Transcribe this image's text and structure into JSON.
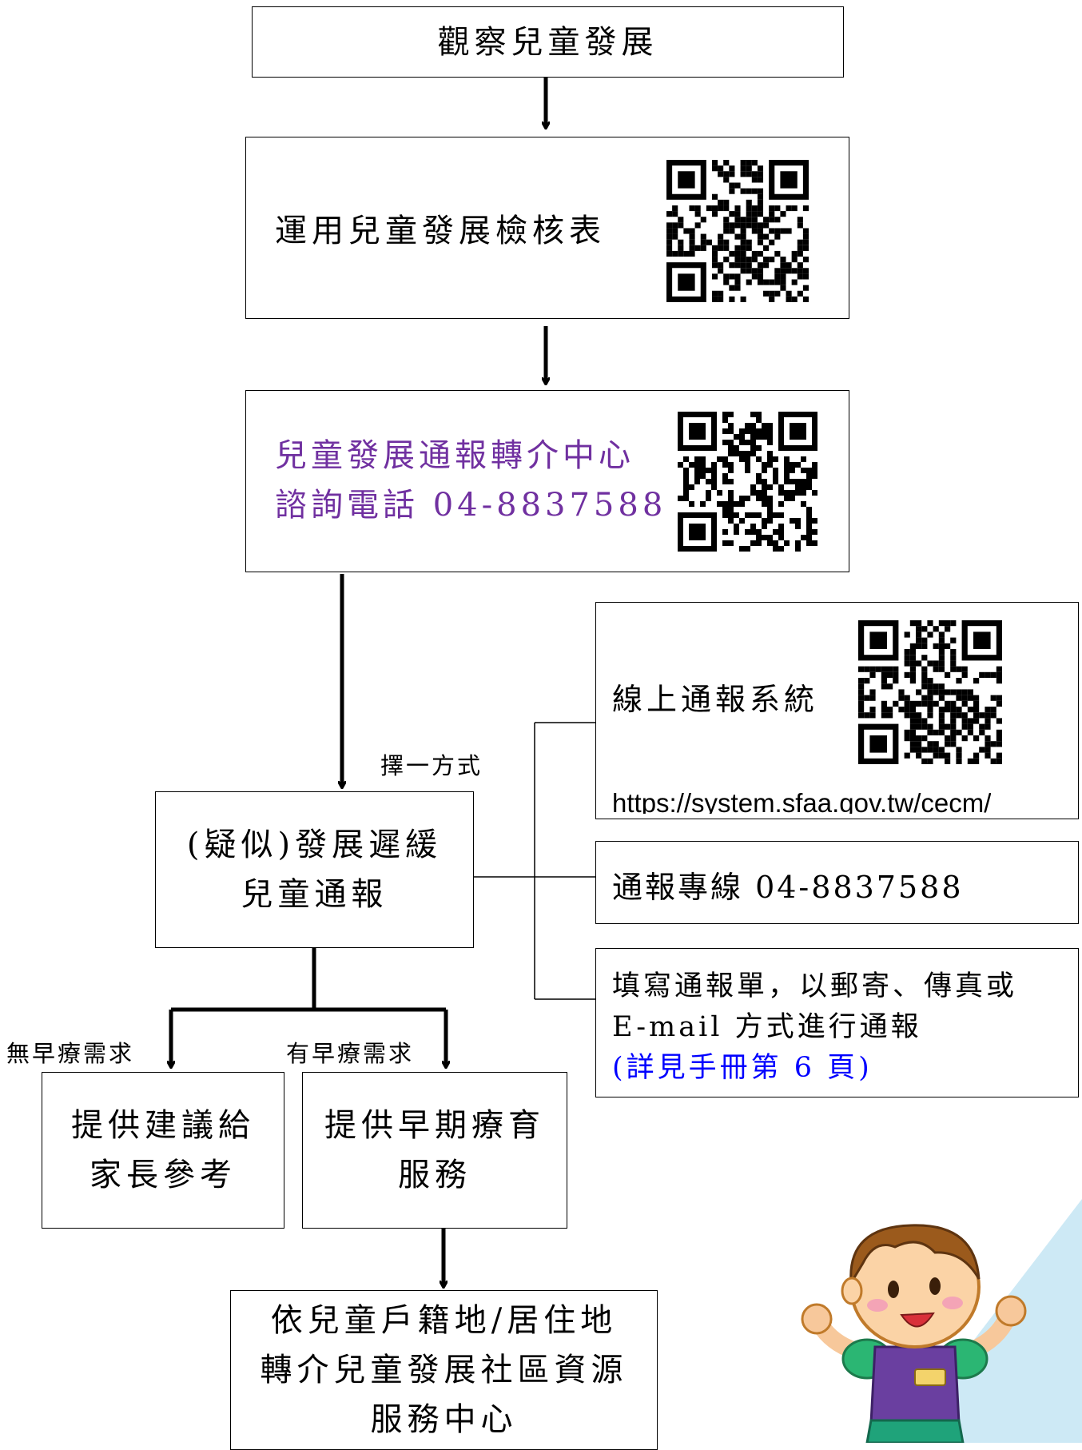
{
  "nodes": {
    "observe": "觀察兒童發展",
    "checklist": "運用兒童發展檢核表",
    "center_name": "兒童發展通報轉介中心",
    "center_phone": "諮詢電話 04-8837588",
    "report_line1": "(疑似)發展遲緩",
    "report_line2": "兒童通報",
    "online_system": "線上通報系統",
    "online_url": "https://system.sfaa.gov.tw/cecm/",
    "hotline": "通報專線 04-8837588",
    "form_line1": "填寫通報單，以郵寄、傳真或",
    "form_line2": "E-mail 方式進行通報",
    "form_line3": "(詳見手冊第 6 頁)",
    "advice_line1": "提供建議給",
    "advice_line2": "家長參考",
    "service_line1": "提供早期療育",
    "service_line2": "服務",
    "refer_line1": "依兒童戶籍地/居住地",
    "refer_line2": "轉介兒童發展社區資源",
    "refer_line3": "服務中心"
  },
  "labels": {
    "choose_one": "擇一方式",
    "no_need": "無早療需求",
    "has_need": "有早療需求"
  },
  "colors": {
    "purple": "#7030a0",
    "blue": "#0000ff",
    "corner_triangle": "#cde9f5"
  },
  "icons": [
    "qr-code-icon",
    "child-illustration-icon"
  ]
}
